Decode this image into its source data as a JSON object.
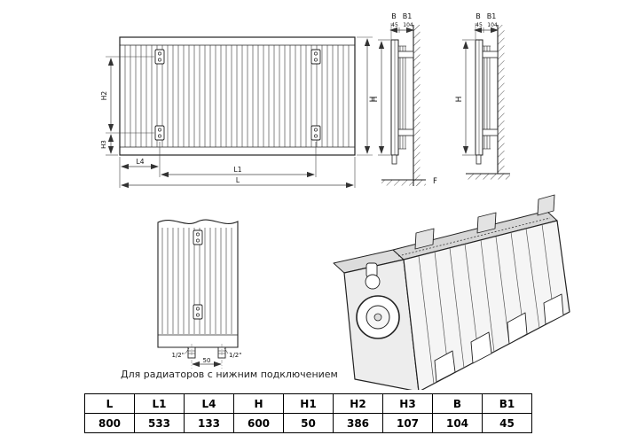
{
  "front_view": {
    "h": "H",
    "h2": "H2",
    "h3": "H3",
    "l": "L",
    "l1": "L1",
    "l4": "L4"
  },
  "side_view": {
    "b": "B",
    "b1": "B1",
    "d45": "45",
    "d104": "104",
    "h": "H",
    "f": "F"
  },
  "bottom_view": {
    "d50": "50",
    "thread_left": "1/2\"",
    "thread_right": "1/2\""
  },
  "caption": "Для радиаторов с нижним подключением",
  "colors": {
    "line": "#222222",
    "dim": "#333333",
    "hatch": "#555555"
  },
  "table": {
    "headers": [
      "L",
      "L1",
      "L4",
      "H",
      "H1",
      "H2",
      "H3",
      "B",
      "B1"
    ],
    "values": [
      "800",
      "533",
      "133",
      "600",
      "50",
      "386",
      "107",
      "104",
      "45"
    ]
  }
}
